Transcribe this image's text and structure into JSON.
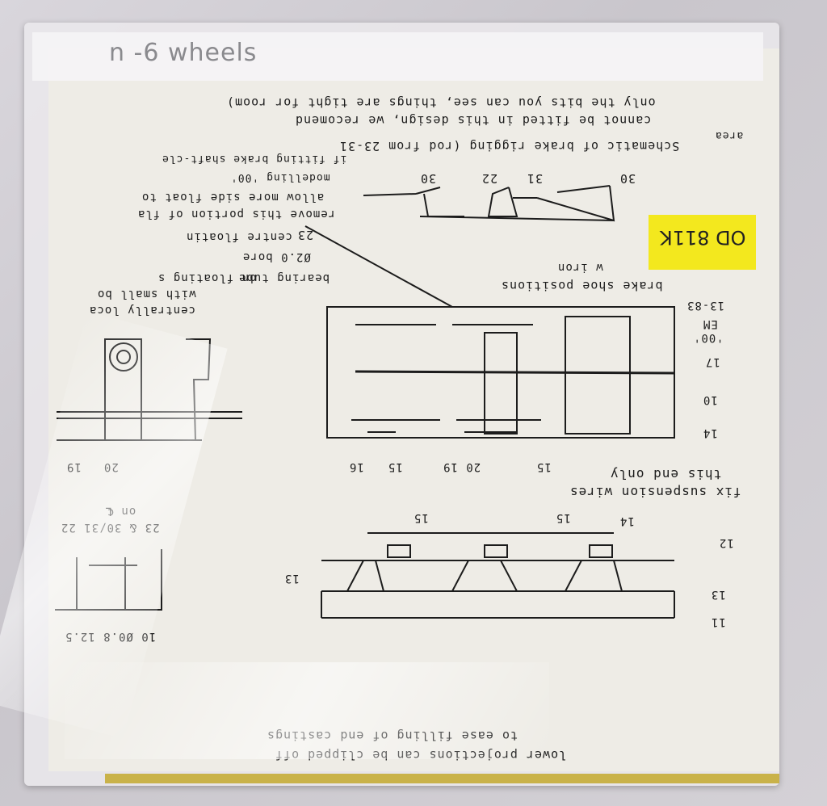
{
  "title_fragment": "n -6 wheels",
  "notes": {
    "line1": "only the bits you can see, things are tight for room)",
    "line2": "cannot be fitted in this design, we recomend",
    "line3": "Schematic of brake rigging (rod from 23-31",
    "area": "area",
    "shaft": "if fitting brake shaft-cle",
    "modelling": "modelling '00'",
    "allow": "allow more side float to",
    "remove": "remove this portion of fla",
    "centre": "centre floatin",
    "bore": "Ø2.0 bore",
    "bearing": "bearing tube",
    "on_floating": "on floating s",
    "small": "with small bo",
    "centrally": "centrally loca",
    "iron": "w iron",
    "brake_shoe": "brake shoe positions",
    "fix": "fix suspension wires",
    "end_only": "this end only",
    "on_cl": "on ℄",
    "parts_2330": "23 & 30/31 22",
    "dims": "10  Ø0.8 12.5",
    "lower1": "lower projections can be clipped off",
    "lower2": "to ease filling of end castings"
  },
  "price_tag": "OD 811K",
  "schematic_labels": [
    "30",
    "31",
    "22",
    "30",
    "23"
  ],
  "plan_labels": {
    "a": "13-83",
    "b": "EM",
    "c": "'00'",
    "d": "17",
    "e": "10",
    "f": "14",
    "g": "16",
    "h": "15",
    "i": "20 19",
    "j": "15",
    "k": "20",
    "l": "19"
  },
  "side_labels": {
    "a": "14",
    "b": "15",
    "c": "15",
    "d": "12",
    "e": "13",
    "f": "11",
    "g": "13"
  }
}
